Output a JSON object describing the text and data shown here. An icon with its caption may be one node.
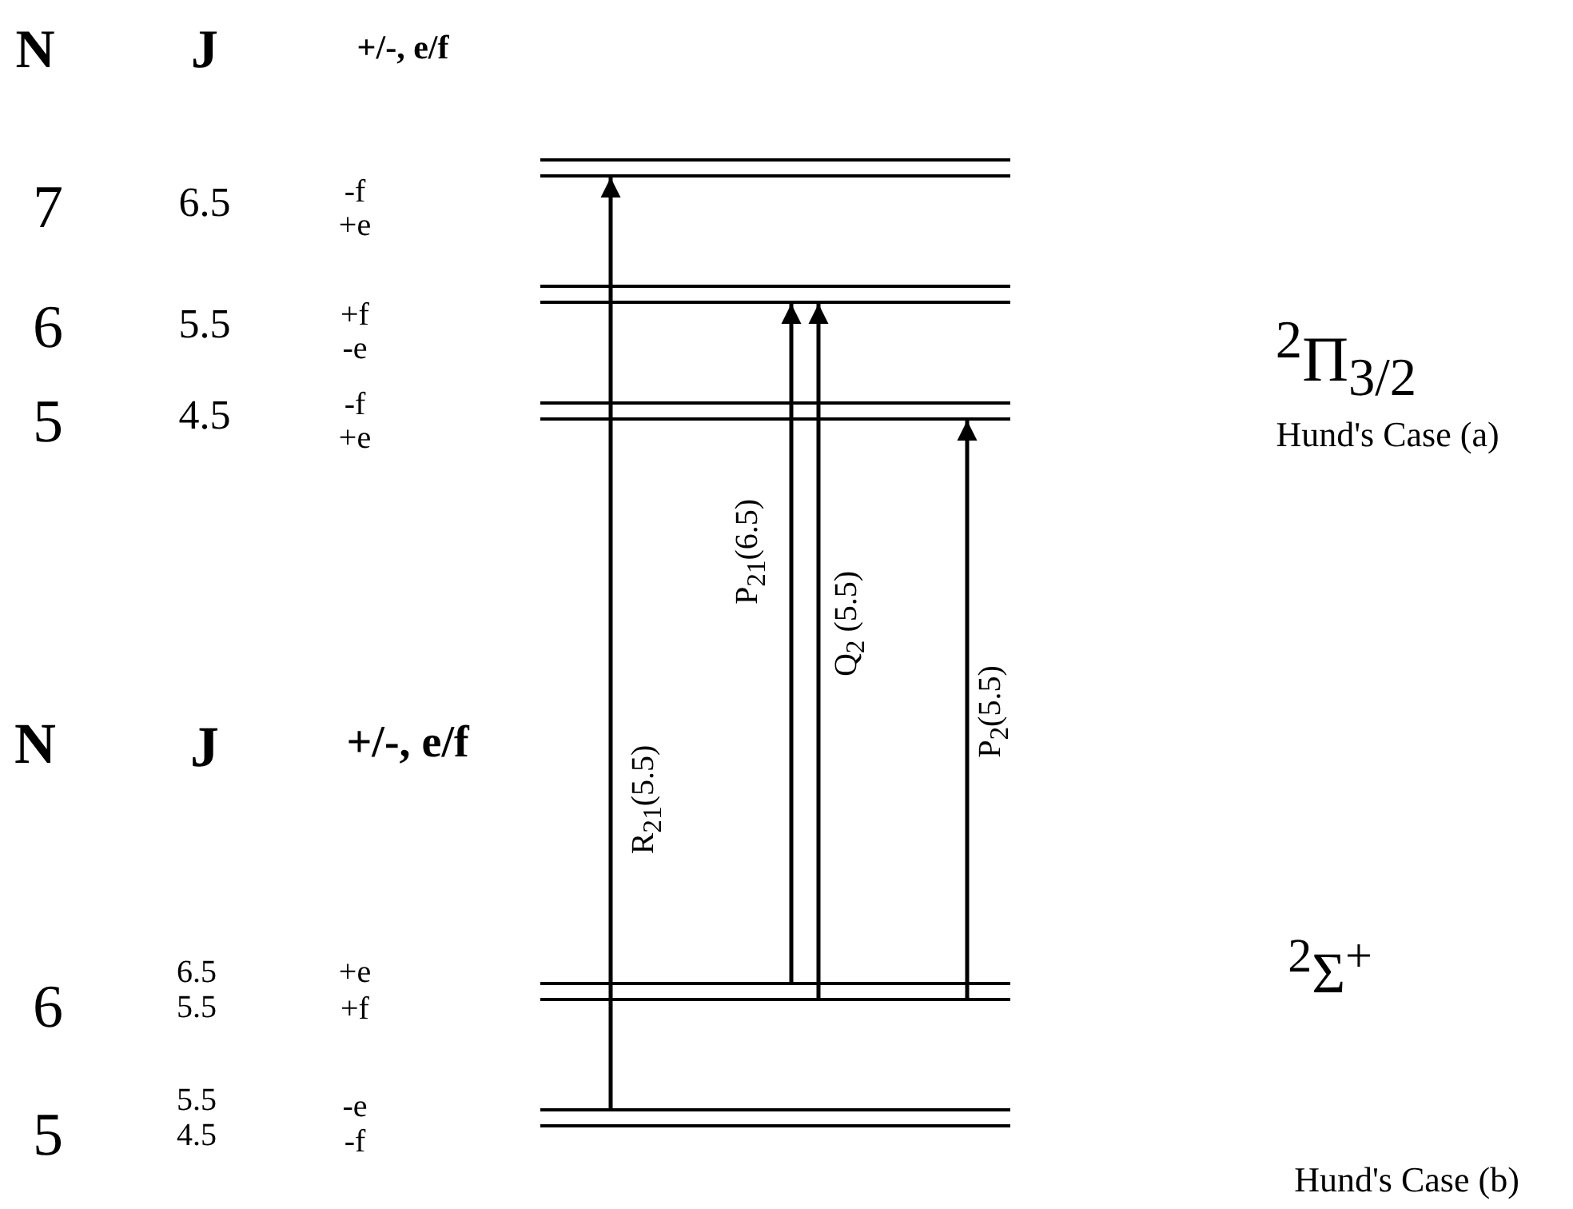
{
  "diagram": {
    "nodes": [
      {
        "text": [],
        "shape": "bar"
      },
      {
        "text": [],
        "shape": "bar"
      },
      {
        "text": [],
        "shape": "bar"
      },
      {
        "text": [],
        "shape": "bar"
      },
      {
        "text": [],
        "shape": "bar"
      },
      {
        "text": [],
        "shape": "bar"
      },
      {
        "text": [],
        "shape": "bar"
      },
      {
        "text": [],
        "shape": "bar"
      },
      {
        "text": [],
        "shape": "bar"
      },
      {
        "text": [],
        "shape": "bar"
      }
    ],
    "edges": [
      {
        "from": 8,
        "to": 1,
        "arrow": "to",
        "label": "R$_{21}$(5.5)"
      },
      {
        "from": 6,
        "to": 3,
        "arrow": "to",
        "label": "P$_{21}$(6.5)"
      },
      {
        "from": 7,
        "to": 3,
        "arrow": "to",
        "label": "Q$_{2}$ (5.5)"
      },
      {
        "from": 7,
        "to": 5,
        "arrow": "to",
        "label": "P$_{2}$(5.5)"
      }
    ],
    "labels": [
      "N",
      "J",
      "+/-, e/f",
      "7",
      "6.5",
      "-f",
      "+e",
      "6",
      "5.5",
      "+f",
      "-e",
      "$^{2}$Π$_{3/2}$",
      "5",
      "4.5",
      "-f",
      "+e",
      "Hund's Case (a)",
      "N",
      "J",
      "+/-, e/f",
      "6.5",
      "+e",
      "6",
      "5.5",
      "+f",
      "$^{2}$Σ$^{+}$",
      "5.5",
      "-e",
      "5",
      "4.5",
      "-f",
      "Hund's Case (b)"
    ]
  }
}
